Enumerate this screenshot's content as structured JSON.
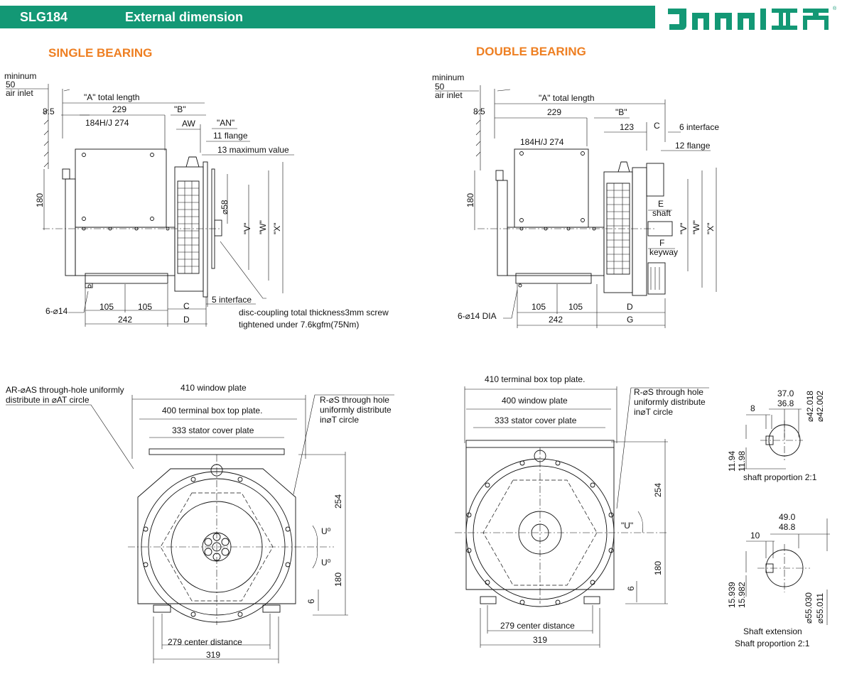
{
  "header": {
    "model": "SLG184",
    "title": "External dimension",
    "brand_color": "#139875",
    "registered_mark": "®"
  },
  "logo": {
    "text": "JANAN",
    "accent_color": "#139875"
  },
  "single": {
    "title": "SINGLE BEARING",
    "minimum": "mininum",
    "fifty": "50",
    "air_inlet": "air inlet",
    "a_total": "\"A\" total length",
    "d85": "8.5",
    "d229": "229",
    "b": "\"B\"",
    "frame": "184H/J   274",
    "aw": "AW",
    "an": "\"AN\"",
    "flange11": "11 flange",
    "max13": "13 maximum value",
    "d180": "180",
    "d58": "⌀58",
    "v": "\"V\"",
    "w": "\"W\"",
    "x": "\"X\"",
    "interface5": "5 interface",
    "holes": "6-⌀14",
    "d105a": "105",
    "d105b": "105",
    "c": "C",
    "d242": "242",
    "d": "D",
    "note1": "disc-coupling total thickness3mm screw",
    "note2": "tightened under 7.6kgfm(75Nm)"
  },
  "double": {
    "title": "DOUBLE BEARING",
    "minimum": "mininum",
    "fifty": "50",
    "air_inlet": "air inlet",
    "a_total": "\"A\" total length",
    "d85": "8.5",
    "d229": "229",
    "b": "\"B\"",
    "frame": "184H/J 274",
    "d123": "123",
    "c": "C",
    "interface6": "6  interface",
    "flange12": "12 flange",
    "d180": "180",
    "e": "E",
    "shaft": "shaft",
    "v": "\"V\"",
    "w": "\"W\"",
    "x": "\"X\"",
    "f": "F",
    "keyway": "keyway",
    "holes": "6-⌀14 DIA",
    "d105a": "105",
    "d105b": "105",
    "d": "D",
    "d242": "242",
    "g": "G"
  },
  "front_left": {
    "ar_note1": "AR-⌀AS through-hole uniformly",
    "ar_note2": "distribute in ⌀AT circle",
    "window": "410 window plate",
    "top_plate": "400 terminal box top plate.",
    "stator": "333 stator cover plate",
    "rs1": "R-⌀S through hole",
    "rs2": "uniformly distribute",
    "rs3": "in⌀T circle",
    "d254": "254",
    "u1": "U⁰",
    "u2": "U⁰",
    "d180": "180",
    "d6": "6",
    "center": "279 center distance",
    "d319": "319"
  },
  "front_right": {
    "top_plate": "410 terminal box top plate.",
    "window": "400 window plate",
    "stator": "333 stator cover plate",
    "rs1": "R-⌀S through hole",
    "rs2": "uniformly distribute",
    "rs3": "in⌀T circle",
    "u": "\"U\"",
    "d254": "254",
    "d180": "180",
    "d6": "6",
    "center": "279 center distance",
    "d319": "319"
  },
  "shaft1": {
    "d37": "37.0",
    "d368": "36.8",
    "d8": "8",
    "dia1": "⌀42.018",
    "dia2": "⌀42.002",
    "d1194": "11.94",
    "d1198": "11.98",
    "caption": "shaft proportion 2:1"
  },
  "shaft2": {
    "d49": "49.0",
    "d488": "48.8",
    "d10": "10",
    "d15939": "15.939",
    "d15982": "15.982",
    "dia1": "⌀55.030",
    "dia2": "⌀55.011",
    "caption1": "Shaft extension",
    "caption2": "Shaft proportion 2:1"
  }
}
